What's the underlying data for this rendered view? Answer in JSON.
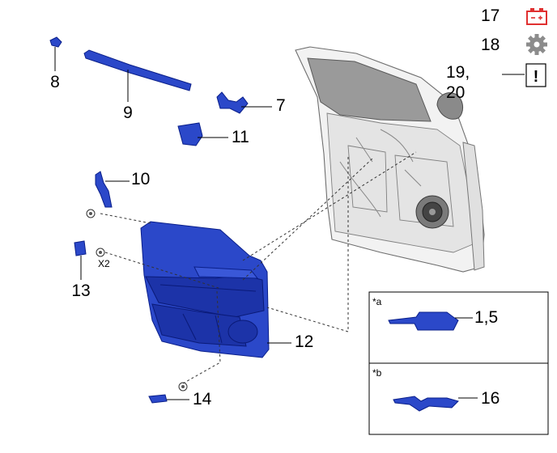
{
  "labels": {
    "p8": "8",
    "p9": "9",
    "p7": "7",
    "p11": "11",
    "p10": "10",
    "p13": "13",
    "p12": "12",
    "p14": "14",
    "p17": "17",
    "p18": "18",
    "p19": "19,",
    "p20": "20",
    "warning": "!",
    "x2": "X2"
  },
  "insets": {
    "a": {
      "tag": "*a",
      "label": "1,5"
    },
    "b": {
      "tag": "*b",
      "label": "16"
    }
  },
  "colors": {
    "part": "#2b48c9",
    "battery_icon": "#e03030",
    "gear_icon": "#8c8c8c"
  },
  "icons": [
    "battery-icon",
    "gear-icon",
    "warning-icon"
  ]
}
